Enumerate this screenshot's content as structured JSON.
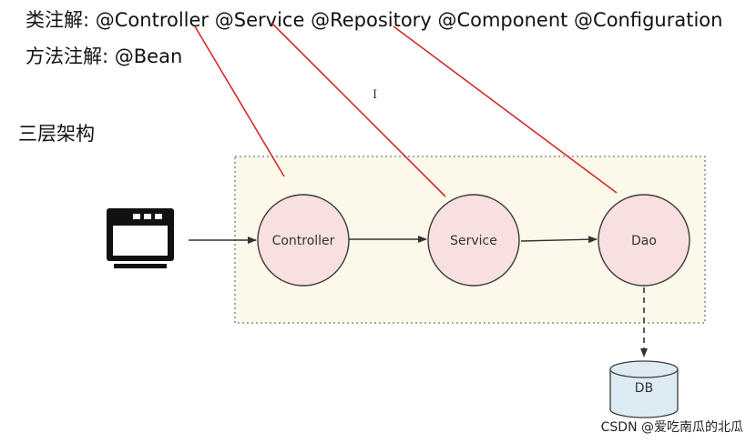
{
  "header": {
    "class_label": "类注解:",
    "class_annotations": [
      "@Controller",
      "@Service",
      "@Repository",
      "@Component",
      "@Configuration"
    ],
    "method_label": "方法注解:",
    "method_annotation": "@Bean"
  },
  "section_title": "三层架构",
  "cursor_glyph": "I",
  "diagram": {
    "nodes": [
      {
        "id": "controller",
        "label": "Controller"
      },
      {
        "id": "service",
        "label": "Service"
      },
      {
        "id": "dao",
        "label": "Dao"
      }
    ],
    "database_label": "DB",
    "client_icon": "monitor-window-icon"
  },
  "colors": {
    "node_fill": "#f7e0df",
    "container_fill": "#fcf8ea",
    "pointer_line": "#d42a2a"
  },
  "watermark": "CSDN @爱吃南瓜的北瓜"
}
